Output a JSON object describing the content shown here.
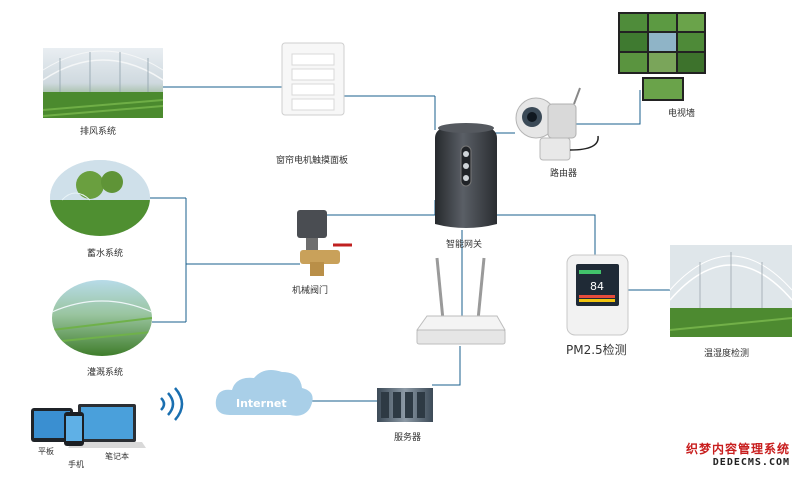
{
  "labels": {
    "exhaust": "排风系统",
    "curtain_panel": "窗帘电机触摸面板",
    "water_storage": "蓄水系统",
    "valve": "机械阀门",
    "gateway": "智能网关",
    "router_cam": "路由器",
    "tv_wall": "电视墙",
    "irrigation": "灌溉系统",
    "pm25": "PM2.5检测",
    "temp_humidity": "温湿度检测",
    "internet": "Internet",
    "server": "服务器",
    "tablet": "平板",
    "phone": "手机",
    "laptop": "笔记本",
    "pm_reading": "84"
  },
  "watermark": {
    "line1": "织梦内容管理系统",
    "line2": "DEDECMS.COM"
  },
  "colors": {
    "link_line": "#1a5f8c",
    "cloud": "#a9cfe8",
    "gateway_body": "#3a3d42",
    "greenery": "#5d9a3c",
    "watermark_red": "#c81e1e"
  }
}
